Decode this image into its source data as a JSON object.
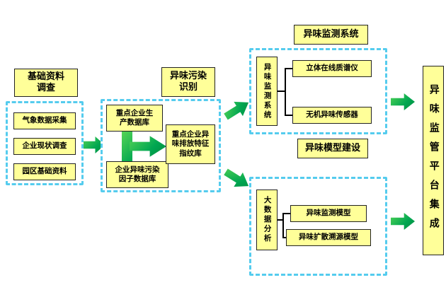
{
  "left": {
    "title": "基础资料\n调查",
    "items": [
      "气象数据采集",
      "企业现状调查",
      "园区基础资料"
    ]
  },
  "identify": {
    "title": "异味污染\n识别",
    "production_db": "重点企业生\n产数据库",
    "factor_db": "企业异味污染\n因子数据库",
    "fingerprint_db": "重点企业异\n味排放特征\n指纹库"
  },
  "monitoring": {
    "title": "异味监测系统",
    "side_label": "异味监测系统",
    "items": [
      "立体在线质谱仪",
      "无机异味传感器"
    ]
  },
  "modeling": {
    "title": "异味模型建设",
    "side_label": "大数据分析",
    "items": [
      "异味监测模型",
      "异味扩散溯源模型"
    ]
  },
  "platform": {
    "label": "异味监管平台集成"
  },
  "colors": {
    "box_fill": "#FFFF99",
    "arrow_green": "#00A651",
    "dashed_border": "#55CCEE",
    "line_black": "#000000"
  }
}
